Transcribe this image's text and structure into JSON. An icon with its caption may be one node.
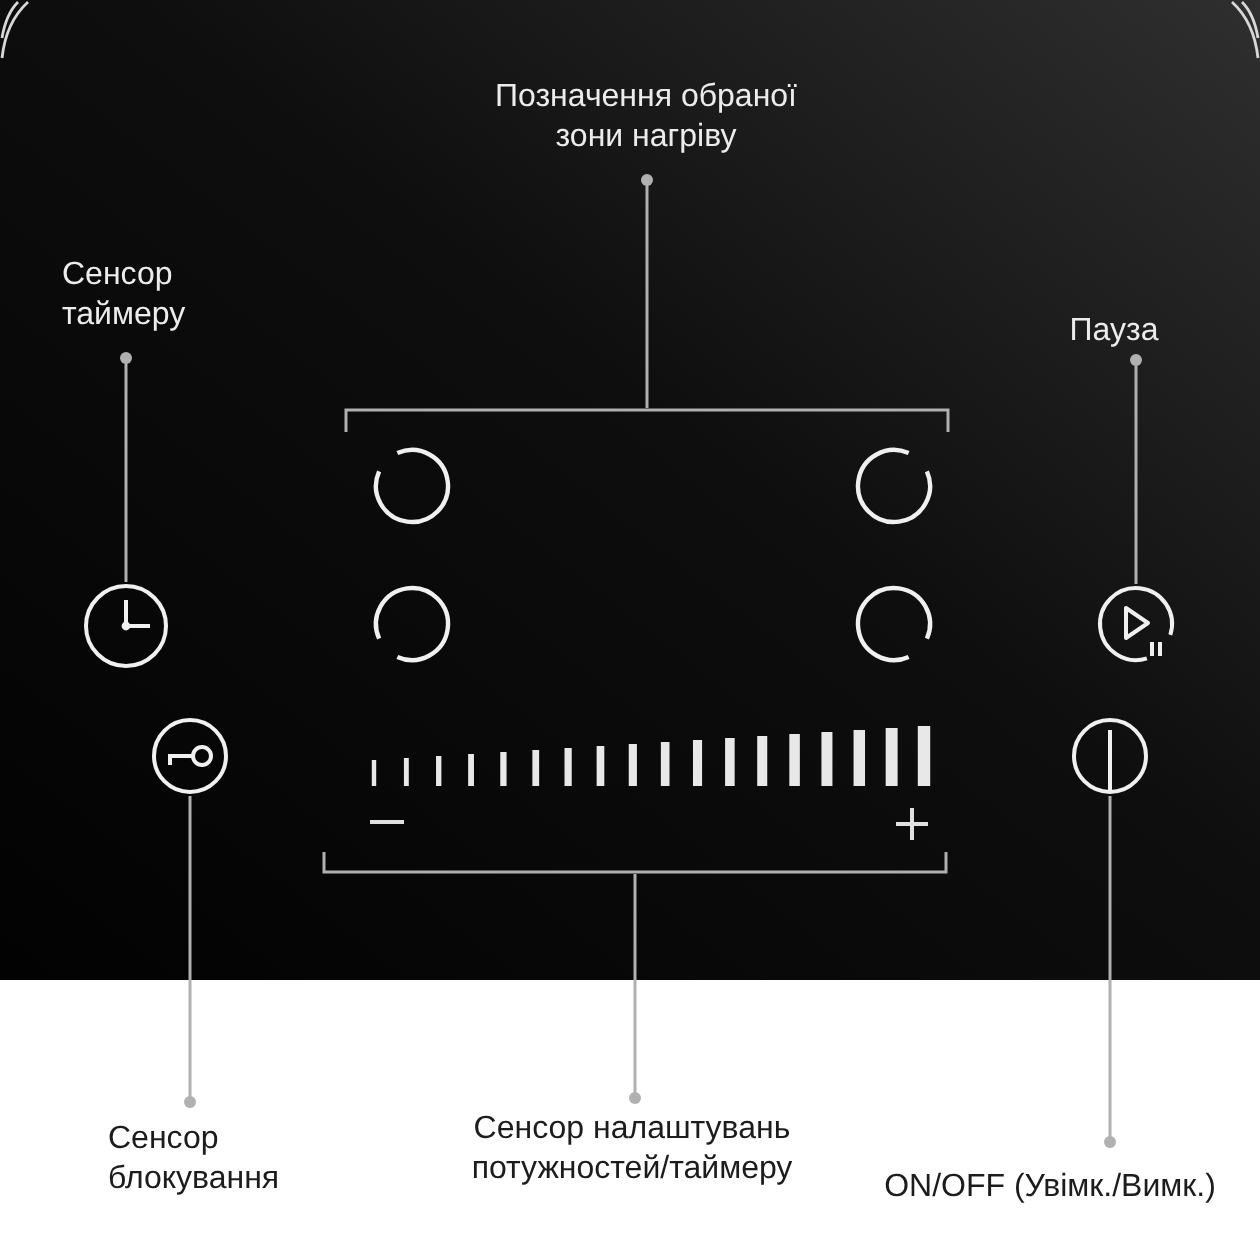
{
  "diagram": {
    "nodes": [
      {
        "text": [
          "Позначення обраної зони нагріву"
        ]
      },
      {
        "text": [
          "Сенсор таймеру"
        ]
      },
      {
        "text": [
          "Пауза"
        ]
      },
      {
        "text": [],
        "shape": "bracket"
      },
      {
        "text": [],
        "shape": "circle"
      },
      {
        "text": [],
        "shape": "circle"
      },
      {
        "text": [],
        "shape": "circle"
      },
      {
        "text": [],
        "shape": "circle"
      },
      {
        "text": [],
        "shape": "bracket"
      },
      {
        "text": [
          "Сенсор блокування"
        ]
      },
      {
        "text": [
          "Сенсор налаштувань потужностей/таймеру"
        ]
      },
      {
        "text": [
          "ON/OFF (Увімк./Вимк.)"
        ]
      }
    ],
    "edges": [
      {
        "from": 0,
        "to": 3,
        "arrow": "other"
      },
      {
        "from": 1,
        "to": 4,
        "arrow": "other"
      },
      {
        "from": 2,
        "to": 5,
        "arrow": "other"
      },
      {
        "from": 9,
        "to": 6,
        "arrow": "other"
      },
      {
        "from": 10,
        "to": 8,
        "arrow": "other"
      },
      {
        "from": 11,
        "to": 7,
        "arrow": "other"
      }
    ]
  }
}
